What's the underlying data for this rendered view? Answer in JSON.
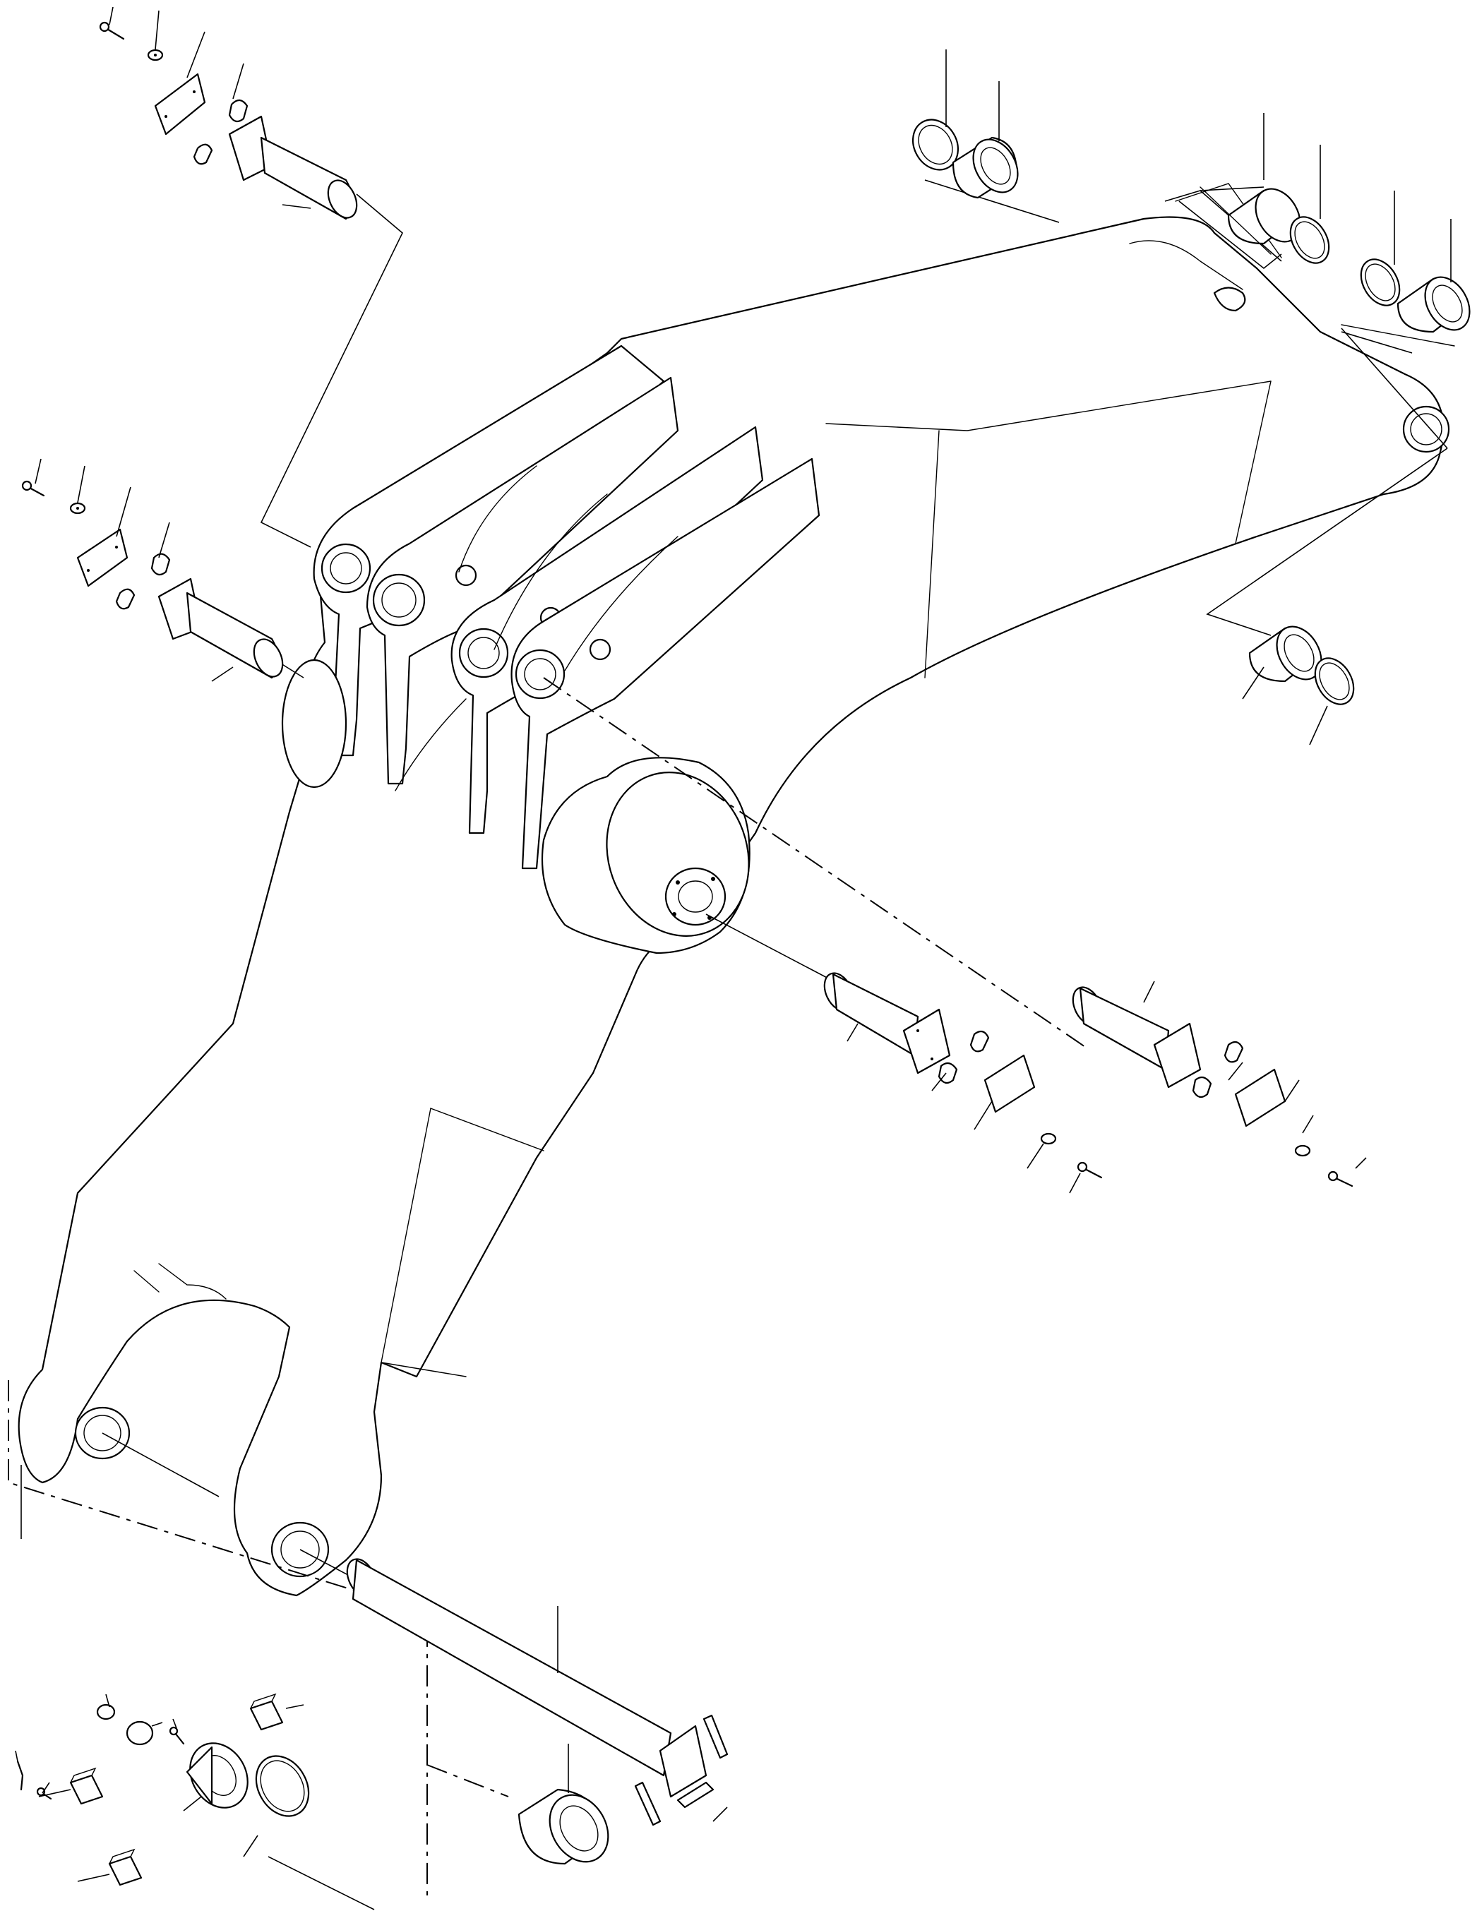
{
  "drawing": {
    "type": "exploded-parts-diagram",
    "subject": "boom",
    "colors": {
      "line": "#000000",
      "background": "#ffffff"
    },
    "labels": [],
    "parts": [
      "boom-body",
      "pin-foot-upper",
      "pin-foot-lower",
      "pin-boss-center",
      "pin-boss-right",
      "pin-base-long",
      "bushing-top-left",
      "bushing-top-right",
      "bushing-right-lower",
      "bushing-base",
      "seal-ring",
      "lock-plate",
      "shim",
      "washer",
      "bolt",
      "grease-nipple",
      "nut",
      "cap-block"
    ]
  }
}
